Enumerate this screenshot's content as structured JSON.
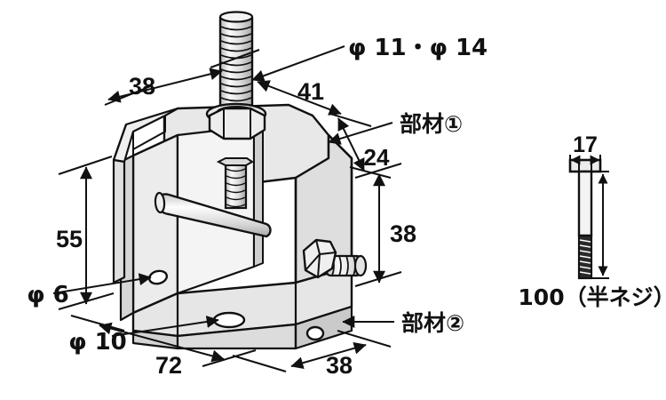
{
  "drawing": {
    "title": "beam-clamp-technical-drawing",
    "background_color": "#ffffff",
    "line_color": "#111111",
    "fill_light": "#f2f2f2",
    "fill_mid": "#e2e2e2",
    "fill_dark": "#d2d2d2",
    "fill_shadow": "#c2c2c2"
  },
  "labels": {
    "dim_top_left": "38",
    "dim_top_right": "41",
    "dim_rod_diameter": "φ 11・φ 14",
    "member_one": "部材①",
    "dim_slope_24": "24",
    "dim_right_38": "38",
    "dim_left_55": "55",
    "dim_hole_phi6": "φ 6",
    "dim_hole_phi10": "φ 10",
    "dim_bottom_72": "72",
    "dim_bottom_38": "38",
    "member_two": "部材②",
    "bolt_head_17": "17",
    "bolt_length_note": "100（半ネジ）"
  },
  "parts": {
    "threaded_rod": "threaded-rod",
    "top_hex_nut": "hex-nut-top",
    "side_hex_bolt": "hex-bolt-side",
    "cross_pin": "cross-pin",
    "clamp_body": "clamp-body",
    "side_view_bolt": "side-view-hex-bolt"
  },
  "dimension_list": [
    {
      "name": "top-left-width",
      "value": "38",
      "unit": "mm"
    },
    {
      "name": "top-right-width",
      "value": "41",
      "unit": "mm"
    },
    {
      "name": "rod-hole-diameters",
      "value": "φ 11・φ 14",
      "unit": "mm"
    },
    {
      "name": "slope-depth",
      "value": "24",
      "unit": "mm"
    },
    {
      "name": "right-height",
      "value": "38",
      "unit": "mm"
    },
    {
      "name": "left-height",
      "value": "55",
      "unit": "mm"
    },
    {
      "name": "small-hole",
      "value": "φ 6",
      "unit": "mm"
    },
    {
      "name": "bottom-hole",
      "value": "φ 10",
      "unit": "mm"
    },
    {
      "name": "bottom-length",
      "value": "72",
      "unit": "mm"
    },
    {
      "name": "bottom-depth",
      "value": "38",
      "unit": "mm"
    },
    {
      "name": "bolt-head-width",
      "value": "17",
      "unit": "mm"
    },
    {
      "name": "bolt-length",
      "value": "100（半ネジ）",
      "unit": "mm"
    }
  ]
}
